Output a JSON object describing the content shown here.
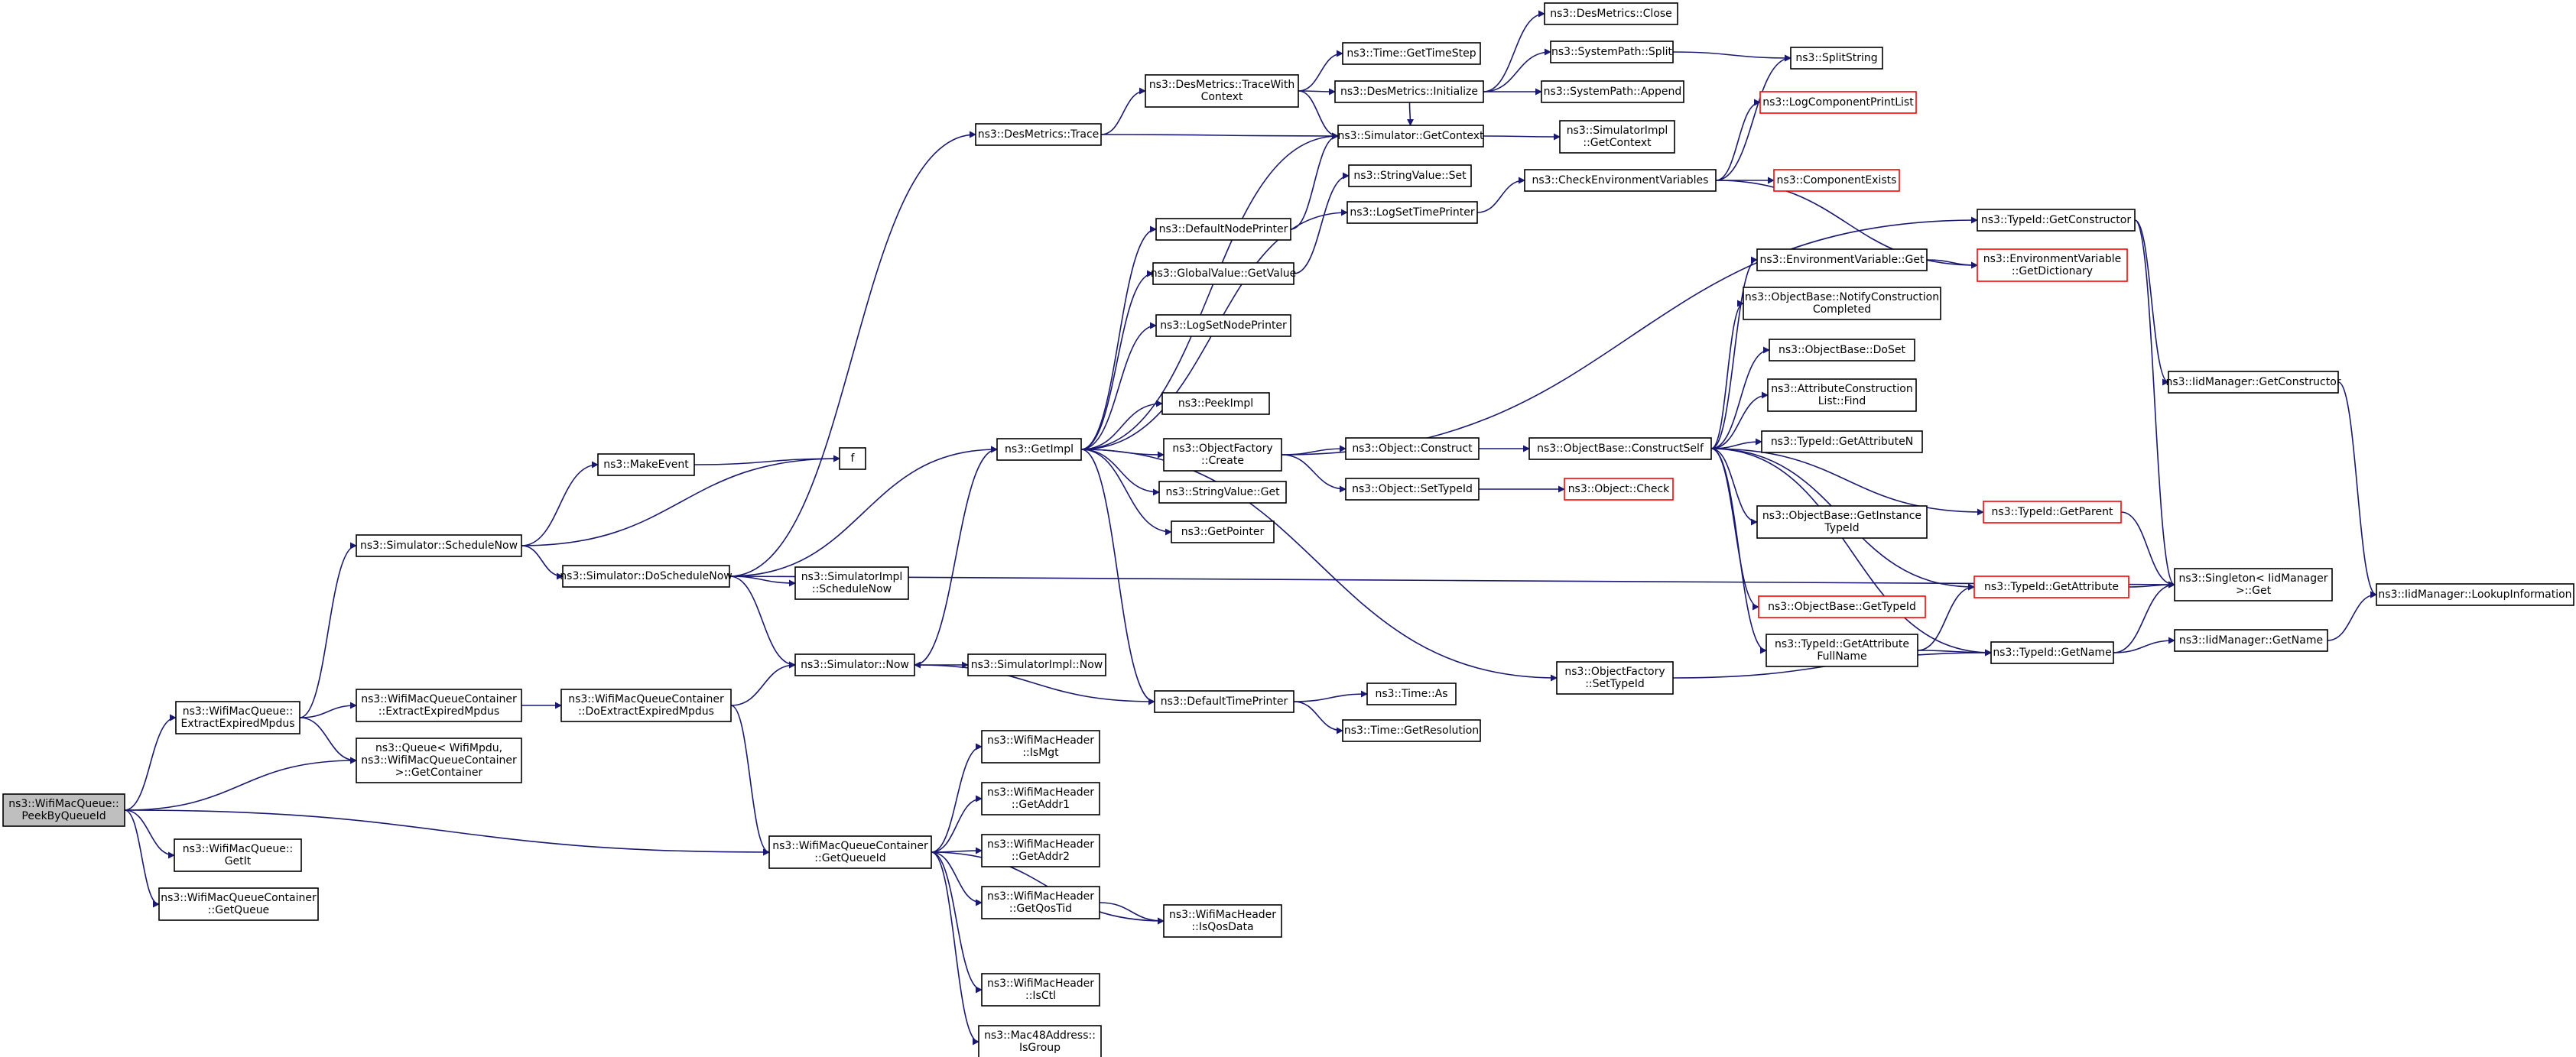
{
  "graph": {
    "title": "",
    "edge_color": "#191970",
    "root_fill": "#bfbfbf",
    "missing_border": "#ff0000",
    "nodes": [
      {
        "id": "n0",
        "lines": [
          "ns3::WifiMacQueue::",
          "PeekByQueueId"
        ],
        "root": true
      },
      {
        "id": "n1",
        "lines": [
          "ns3::WifiMacQueue::",
          "ExtractExpiredMpdus"
        ]
      },
      {
        "id": "n2",
        "lines": [
          "ns3::WifiMacQueueContainer",
          "::ExtractExpiredMpdus"
        ]
      },
      {
        "id": "n3",
        "lines": [
          "ns3::Queue< WifiMpdu,",
          "ns3::WifiMacQueueContainer",
          ">::GetContainer"
        ]
      },
      {
        "id": "n4",
        "lines": [
          "ns3::WifiMacQueue::",
          "GetIt"
        ]
      },
      {
        "id": "n5",
        "lines": [
          "ns3::WifiMacQueueContainer",
          "::GetQueue"
        ]
      },
      {
        "id": "n6",
        "lines": [
          "ns3::Simulator::ScheduleNow"
        ]
      },
      {
        "id": "n7",
        "lines": [
          "ns3::MakeEvent"
        ]
      },
      {
        "id": "n8",
        "lines": [
          "f"
        ]
      },
      {
        "id": "n9",
        "lines": [
          "ns3::Simulator::DoScheduleNow"
        ]
      },
      {
        "id": "n10",
        "lines": [
          "ns3::WifiMacQueueContainer",
          "::DoExtractExpiredMpdus"
        ]
      },
      {
        "id": "n11",
        "lines": [
          "ns3::WifiMacQueueContainer",
          "::GetQueueId"
        ]
      },
      {
        "id": "n12",
        "lines": [
          "ns3::DesMetrics::Trace"
        ]
      },
      {
        "id": "n13",
        "lines": [
          "ns3::GetImpl"
        ]
      },
      {
        "id": "n14",
        "lines": [
          "ns3::SimulatorImpl",
          "::ScheduleNow"
        ]
      },
      {
        "id": "n15",
        "lines": [
          "ns3::Simulator::Now"
        ]
      },
      {
        "id": "n16",
        "lines": [
          "ns3::SimulatorImpl::Now"
        ]
      },
      {
        "id": "n17",
        "lines": [
          "ns3::DesMetrics::TraceWith",
          "Context"
        ]
      },
      {
        "id": "n18",
        "lines": [
          "ns3::DefaultNodePrinter"
        ]
      },
      {
        "id": "n19",
        "lines": [
          "ns3::GlobalValue::GetValue"
        ]
      },
      {
        "id": "n20",
        "lines": [
          "ns3::LogSetNodePrinter"
        ]
      },
      {
        "id": "n21",
        "lines": [
          "ns3::PeekImpl"
        ]
      },
      {
        "id": "n22",
        "lines": [
          "ns3::ObjectFactory",
          "::Create"
        ]
      },
      {
        "id": "n23",
        "lines": [
          "ns3::StringValue::Get"
        ]
      },
      {
        "id": "n24",
        "lines": [
          "ns3::GetPointer"
        ]
      },
      {
        "id": "n25",
        "lines": [
          "ns3::DefaultTimePrinter"
        ]
      },
      {
        "id": "n26",
        "lines": [
          "ns3::WifiMacHeader",
          "::IsMgt"
        ]
      },
      {
        "id": "n27",
        "lines": [
          "ns3::WifiMacHeader",
          "::GetAddr1"
        ]
      },
      {
        "id": "n28",
        "lines": [
          "ns3::WifiMacHeader",
          "::GetAddr2"
        ]
      },
      {
        "id": "n29",
        "lines": [
          "ns3::WifiMacHeader",
          "::GetQosTid"
        ]
      },
      {
        "id": "n30",
        "lines": [
          "ns3::WifiMacHeader",
          "::IsQosData"
        ]
      },
      {
        "id": "n31",
        "lines": [
          "ns3::WifiMacHeader",
          "::IsCtl"
        ]
      },
      {
        "id": "n32",
        "lines": [
          "ns3::Mac48Address::",
          "IsGroup"
        ]
      },
      {
        "id": "n33",
        "lines": [
          "ns3::Time::GetTimeStep"
        ]
      },
      {
        "id": "n34",
        "lines": [
          "ns3::DesMetrics::Initialize"
        ]
      },
      {
        "id": "n35",
        "lines": [
          "ns3::Simulator::GetContext"
        ]
      },
      {
        "id": "n36",
        "lines": [
          "ns3::DesMetrics::Close"
        ]
      },
      {
        "id": "n37",
        "lines": [
          "ns3::SystemPath::Split"
        ]
      },
      {
        "id": "n38",
        "lines": [
          "ns3::SystemPath::Append"
        ]
      },
      {
        "id": "n39",
        "lines": [
          "ns3::SimulatorImpl",
          "::GetContext"
        ]
      },
      {
        "id": "n40",
        "lines": [
          "ns3::StringValue::Set"
        ]
      },
      {
        "id": "n41",
        "lines": [
          "ns3::LogSetTimePrinter"
        ]
      },
      {
        "id": "n42",
        "lines": [
          "ns3::Object::Construct"
        ]
      },
      {
        "id": "n43",
        "lines": [
          "ns3::Object::SetTypeId"
        ]
      },
      {
        "id": "n44",
        "lines": [
          "ns3::Time::As"
        ]
      },
      {
        "id": "n45",
        "lines": [
          "ns3::Time::GetResolution"
        ]
      },
      {
        "id": "n46",
        "lines": [
          "ns3::ObjectFactory",
          "::SetTypeId"
        ]
      },
      {
        "id": "n47",
        "lines": [
          "ns3::SplitString"
        ]
      },
      {
        "id": "n48",
        "lines": [
          "ns3::LogComponentPrintList"
        ],
        "missing": true
      },
      {
        "id": "n49",
        "lines": [
          "ns3::CheckEnvironmentVariables"
        ]
      },
      {
        "id": "n50",
        "lines": [
          "ns3::ComponentExists"
        ],
        "missing": true
      },
      {
        "id": "n51",
        "lines": [
          "ns3::ObjectBase::ConstructSelf"
        ]
      },
      {
        "id": "n52",
        "lines": [
          "ns3::Object::Check"
        ],
        "missing": true
      },
      {
        "id": "n53",
        "lines": [
          "ns3::EnvironmentVariable::Get"
        ]
      },
      {
        "id": "n54",
        "lines": [
          "ns3::ObjectBase::NotifyConstruction",
          "Completed"
        ]
      },
      {
        "id": "n55",
        "lines": [
          "ns3::ObjectBase::DoSet"
        ]
      },
      {
        "id": "n56",
        "lines": [
          "ns3::AttributeConstruction",
          "List::Find"
        ]
      },
      {
        "id": "n57",
        "lines": [
          "ns3::TypeId::GetAttributeN"
        ]
      },
      {
        "id": "n58",
        "lines": [
          "ns3::ObjectBase::GetInstance",
          "TypeId"
        ]
      },
      {
        "id": "n59",
        "lines": [
          "ns3::ObjectBase::GetTypeId"
        ],
        "missing": true
      },
      {
        "id": "n60",
        "lines": [
          "ns3::TypeId::GetAttribute",
          "FullName"
        ]
      },
      {
        "id": "n61",
        "lines": [
          "ns3::TypeId::GetConstructor"
        ]
      },
      {
        "id": "n62",
        "lines": [
          "ns3::EnvironmentVariable",
          "::GetDictionary"
        ],
        "missing": true
      },
      {
        "id": "n63",
        "lines": [
          "ns3::TypeId::GetParent"
        ],
        "missing": true
      },
      {
        "id": "n64",
        "lines": [
          "ns3::TypeId::GetAttribute"
        ],
        "missing": true
      },
      {
        "id": "n65",
        "lines": [
          "ns3::TypeId::GetName"
        ]
      },
      {
        "id": "n66",
        "lines": [
          "ns3::IidManager::GetConstructor"
        ]
      },
      {
        "id": "n67",
        "lines": [
          "ns3::Singleton< IidManager",
          ">::Get"
        ]
      },
      {
        "id": "n68",
        "lines": [
          "ns3::IidManager::GetName"
        ]
      },
      {
        "id": "n69",
        "lines": [
          "ns3::IidManager::LookupInformation"
        ]
      }
    ],
    "edges": [
      [
        "n0",
        "n1"
      ],
      [
        "n0",
        "n3"
      ],
      [
        "n0",
        "n4"
      ],
      [
        "n0",
        "n5"
      ],
      [
        "n0",
        "n11"
      ],
      [
        "n1",
        "n2"
      ],
      [
        "n1",
        "n3"
      ],
      [
        "n1",
        "n6"
      ],
      [
        "n2",
        "n10"
      ],
      [
        "n6",
        "n7"
      ],
      [
        "n6",
        "n8"
      ],
      [
        "n6",
        "n9"
      ],
      [
        "n7",
        "n8"
      ],
      [
        "n9",
        "n12"
      ],
      [
        "n9",
        "n13"
      ],
      [
        "n9",
        "n14"
      ],
      [
        "n9",
        "n15"
      ],
      [
        "n9",
        "n67"
      ],
      [
        "n10",
        "n11"
      ],
      [
        "n10",
        "n15"
      ],
      [
        "n11",
        "n26"
      ],
      [
        "n11",
        "n27"
      ],
      [
        "n11",
        "n28"
      ],
      [
        "n11",
        "n29"
      ],
      [
        "n11",
        "n30"
      ],
      [
        "n11",
        "n31"
      ],
      [
        "n11",
        "n32"
      ],
      [
        "n12",
        "n17"
      ],
      [
        "n12",
        "n35"
      ],
      [
        "n13",
        "n18"
      ],
      [
        "n13",
        "n19"
      ],
      [
        "n13",
        "n20"
      ],
      [
        "n13",
        "n21"
      ],
      [
        "n13",
        "n22"
      ],
      [
        "n13",
        "n23"
      ],
      [
        "n13",
        "n24"
      ],
      [
        "n13",
        "n25"
      ],
      [
        "n13",
        "n35"
      ],
      [
        "n13",
        "n41"
      ],
      [
        "n13",
        "n46"
      ],
      [
        "n15",
        "n13"
      ],
      [
        "n15",
        "n16"
      ],
      [
        "n17",
        "n33"
      ],
      [
        "n17",
        "n34"
      ],
      [
        "n17",
        "n35"
      ],
      [
        "n18",
        "n35"
      ],
      [
        "n19",
        "n40"
      ],
      [
        "n22",
        "n42"
      ],
      [
        "n22",
        "n43"
      ],
      [
        "n22",
        "n61"
      ],
      [
        "n25",
        "n15"
      ],
      [
        "n25",
        "n44"
      ],
      [
        "n25",
        "n45"
      ],
      [
        "n29",
        "n30"
      ],
      [
        "n34",
        "n36"
      ],
      [
        "n34",
        "n37"
      ],
      [
        "n34",
        "n38"
      ],
      [
        "n34",
        "n35"
      ],
      [
        "n35",
        "n39"
      ],
      [
        "n37",
        "n47"
      ],
      [
        "n41",
        "n49"
      ],
      [
        "n42",
        "n51"
      ],
      [
        "n43",
        "n52"
      ],
      [
        "n46",
        "n65"
      ],
      [
        "n49",
        "n47"
      ],
      [
        "n49",
        "n48"
      ],
      [
        "n49",
        "n50"
      ],
      [
        "n49",
        "n62"
      ],
      [
        "n51",
        "n53"
      ],
      [
        "n51",
        "n54"
      ],
      [
        "n51",
        "n55"
      ],
      [
        "n51",
        "n56"
      ],
      [
        "n51",
        "n57"
      ],
      [
        "n51",
        "n58"
      ],
      [
        "n51",
        "n59"
      ],
      [
        "n51",
        "n60"
      ],
      [
        "n51",
        "n63"
      ],
      [
        "n51",
        "n64"
      ],
      [
        "n51",
        "n65"
      ],
      [
        "n53",
        "n62"
      ],
      [
        "n60",
        "n64"
      ],
      [
        "n60",
        "n65"
      ],
      [
        "n61",
        "n66"
      ],
      [
        "n61",
        "n67"
      ],
      [
        "n63",
        "n67"
      ],
      [
        "n64",
        "n67"
      ],
      [
        "n65",
        "n67"
      ],
      [
        "n65",
        "n68"
      ],
      [
        "n66",
        "n69"
      ],
      [
        "n68",
        "n69"
      ]
    ]
  }
}
